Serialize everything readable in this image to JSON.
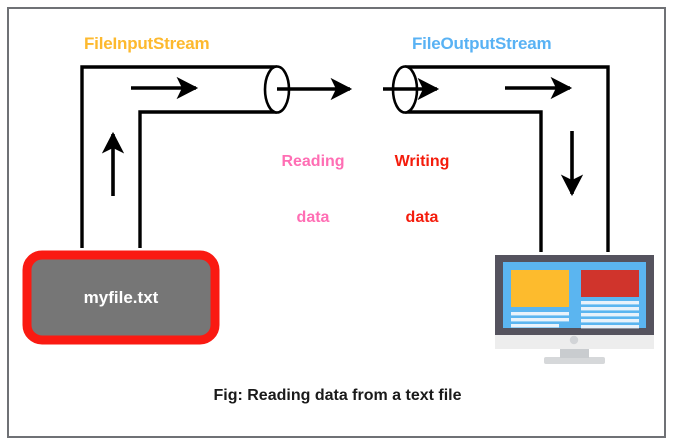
{
  "figure": {
    "caption": "Fig: Reading data from a text file",
    "background_color": "#ffffff",
    "border_color": "#6f7175"
  },
  "labels": {
    "input_stream": "FileInputStream",
    "output_stream": "FileOutputStream",
    "reading": "Reading\ndata",
    "writing": "Writing\ndata",
    "reading_line1": "Reading",
    "reading_line2": "data",
    "writing_line1": "Writing",
    "writing_line2": "data"
  },
  "colors": {
    "input_stream": "#FDB92E",
    "output_stream": "#59B2F4",
    "reading": "#FF6EB4",
    "writing": "#F41C0C",
    "stroke": "#000000",
    "file_fill": "#767676",
    "file_border": "#FA1A12",
    "file_text": "#ffffff",
    "monitor_bezel": "#55535E",
    "monitor_screen": "#5BB5F0",
    "monitor_block_yellow": "#FDBB2D",
    "monitor_block_red": "#D0342C",
    "monitor_text_line": "#E8F2FB",
    "monitor_chin": "#EDEDED",
    "monitor_stand": "#D6D8DA"
  },
  "file_node": {
    "name": "myfile.txt"
  },
  "monitor": {
    "name": "computer-monitor",
    "screen_blocks": [
      "yellow-block",
      "red-block"
    ],
    "text_line_rows": 7
  },
  "flow": {
    "arrows": [
      {
        "name": "input-pipe-arrow",
        "direction": "right"
      },
      {
        "name": "file-to-stream-arrow",
        "direction": "up"
      },
      {
        "name": "reading-transfer-arrow",
        "direction": "right"
      },
      {
        "name": "output-pipe-arrow",
        "direction": "right"
      },
      {
        "name": "stream-to-monitor-arrow",
        "direction": "down"
      }
    ]
  }
}
